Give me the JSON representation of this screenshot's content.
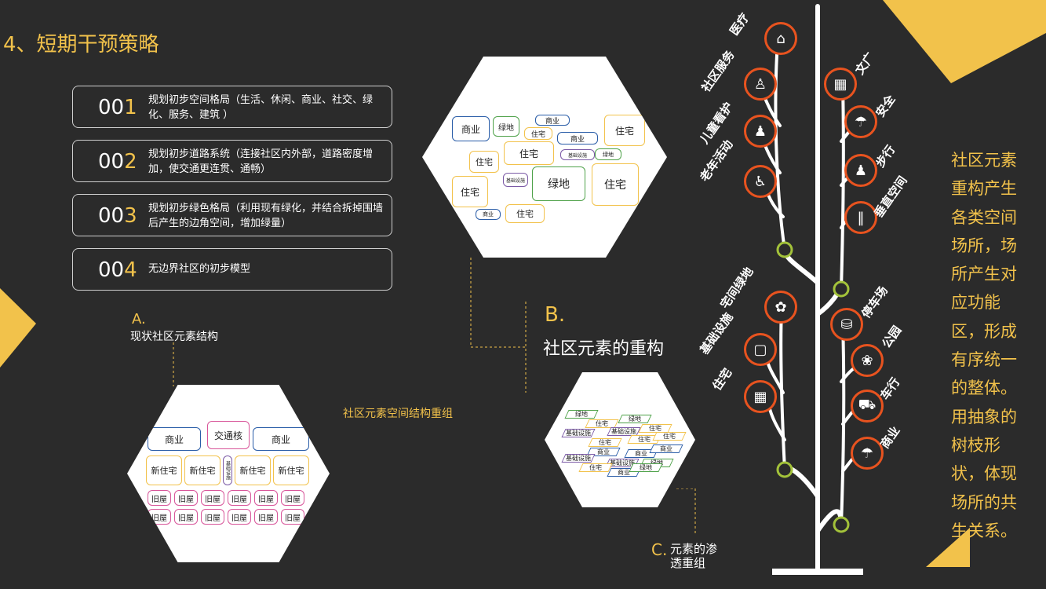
{
  "title": "4、短期干预策略",
  "strategies": [
    {
      "num": "00",
      "last": "1",
      "text": "规划初步空间格局（生活、休闲、商业、社交、绿化、服务、建筑 ）"
    },
    {
      "num": "00",
      "last": "2",
      "text": "规划初步道路系统（连接社区内外部，道路密度增加，使交通更连贯、通畅）"
    },
    {
      "num": "00",
      "last": "3",
      "text": "规划初步绿色格局（利用现有绿化，并结合拆掉围墙后产生的边角空间，增加绿量）"
    },
    {
      "num": "00",
      "last": "4",
      "text": "无边界社区的初步模型"
    }
  ],
  "sectionA": {
    "letter": "A.",
    "label": "现状社区元素结构"
  },
  "sectionB": {
    "letter": "B.",
    "label": "社区元素的重构"
  },
  "sectionC": {
    "letter": "C.",
    "label": "元素的渗透重组"
  },
  "regroup_label": "社区元素空间结构重组",
  "hexA": {
    "top": [
      "商业",
      "交通核",
      "商业"
    ],
    "mid": [
      "新住宅",
      "新住宅",
      "基础设施",
      "新住宅",
      "新住宅"
    ],
    "old": [
      "旧屋",
      "旧屋",
      "旧屋",
      "旧屋",
      "旧屋",
      "旧屋",
      "旧屋",
      "旧屋",
      "旧屋",
      "旧屋",
      "旧屋",
      "旧屋"
    ]
  },
  "hexB": {
    "cells": [
      "商业",
      "绿地",
      "商业",
      "住宅",
      "住宅",
      "商业",
      "住宅",
      "住宅",
      "基础设施",
      "绿地",
      "住宅",
      "基础设施",
      "绿地",
      "住宅",
      "商业",
      "住宅"
    ]
  },
  "hexC": {
    "cells": [
      "绿地",
      "住宅",
      "绿地",
      "住宅",
      "基础设施",
      "基础设施",
      "住宅",
      "住宅",
      "住宅",
      "商业",
      "商业",
      "基础设施",
      "基础设施",
      "商业",
      "住宅",
      "绿地",
      "商业",
      "绿地"
    ]
  },
  "tree_labels": {
    "l1": "医疗",
    "l2": "社区服务",
    "l3": "儿童看护",
    "l4": "老年活动",
    "l5": "宅间绿地",
    "l6": "基础设施",
    "l7": "住宅",
    "r1": "文广",
    "r2": "安全",
    "r3": "步行",
    "r4": "垂直空间",
    "r5": "停车场",
    "r6": "公园",
    "r7": "车行",
    "r8": "商业"
  },
  "tree_icons": {
    "l1": "house-icon",
    "l2": "staff-icon",
    "l3": "family-icon",
    "l4": "elder-icon",
    "l5": "sprout-icon",
    "l6": "bin-icon",
    "l7": "building-icon",
    "r1": "stairs-icon",
    "r2": "umbrella-icon",
    "r3": "walker-icon",
    "r4": "vertical-lines-icon",
    "r5": "parking-icon",
    "r6": "flower-icon",
    "r7": "car-icon",
    "r8": "shopping-icon"
  },
  "side_text": "社区元素重构产生各类空间场所，场所产生对应功能区，形成有序统一的整体。用抽象的树枝形状，体现场所的共生关系。",
  "colors": {
    "accent": "#f2c24b",
    "background": "#2b2b2b",
    "orange": "#e8531f",
    "green": "#a3c23a"
  }
}
